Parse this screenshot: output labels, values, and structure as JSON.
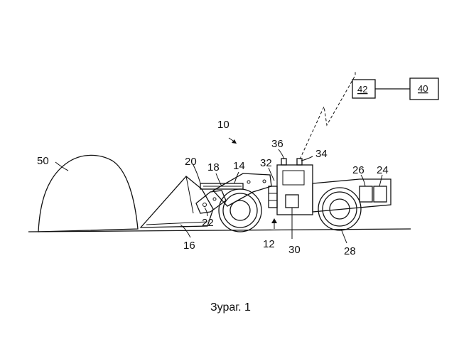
{
  "figure": {
    "caption": "Зураг. 1",
    "labels": {
      "machine": "10",
      "body": "12",
      "boom": "14",
      "bucket": "16",
      "arm": "18",
      "cylinder": "20",
      "pin": "22",
      "unit_24": "24",
      "unit_26": "26",
      "wheel": "28",
      "control": "30",
      "cab": "32",
      "antenna_34": "34",
      "antenna_36": "36",
      "remote_station": "40",
      "transceiver": "42",
      "pile": "50"
    }
  }
}
